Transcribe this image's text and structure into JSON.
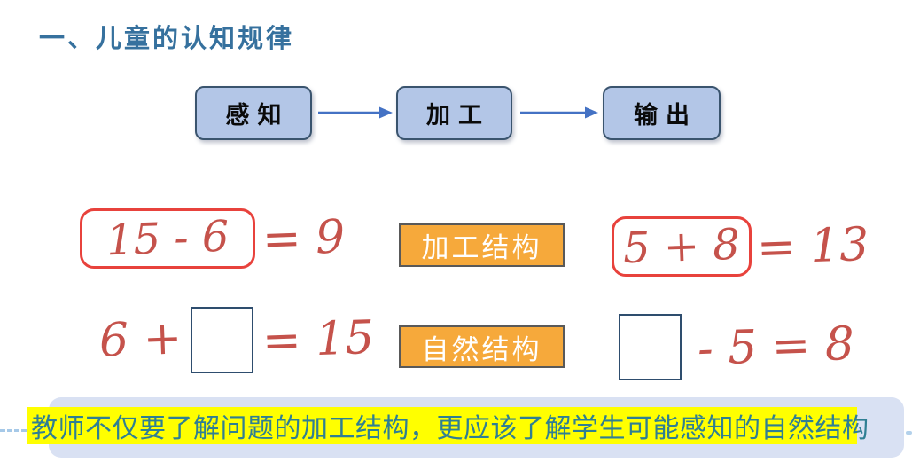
{
  "slide": {
    "title": "一、儿童的认知规律",
    "flow_boxes": [
      {
        "label": "感知"
      },
      {
        "label": "加工"
      },
      {
        "label": "输出"
      }
    ],
    "structure_labels": {
      "processing": "加工结构",
      "natural": "自然结构"
    },
    "equations": {
      "processing_left": {
        "boxed": "15 - 6",
        "result": "= 9"
      },
      "processing_right": {
        "boxed": "5 + 8",
        "result": "= 13"
      },
      "natural_left": {
        "lead": "6 +",
        "result": "= 15"
      },
      "natural_right": {
        "result": "- 5 = 8"
      }
    },
    "note": "教师不仅要了解问题的加工结构，更应该了解学生可能感知的自然结构",
    "colors": {
      "title_text": "#36719E",
      "flow_box_fill": "#B3C6E7",
      "flow_box_border": "#3A546E",
      "arrow": "#4472C4",
      "handwriting_red": "#C5524B",
      "equation_frame_red": "#E8423C",
      "answer_box_border": "#2E4D6E",
      "label_fill": "#F6A93B",
      "label_border": "#595959",
      "label_text": "#FFFFFF",
      "note_box_fill": "#D9E1F3",
      "note_highlight": "#FFFF00",
      "note_text": "#2F7F93",
      "connector_dash": "#A6C9E8"
    }
  }
}
